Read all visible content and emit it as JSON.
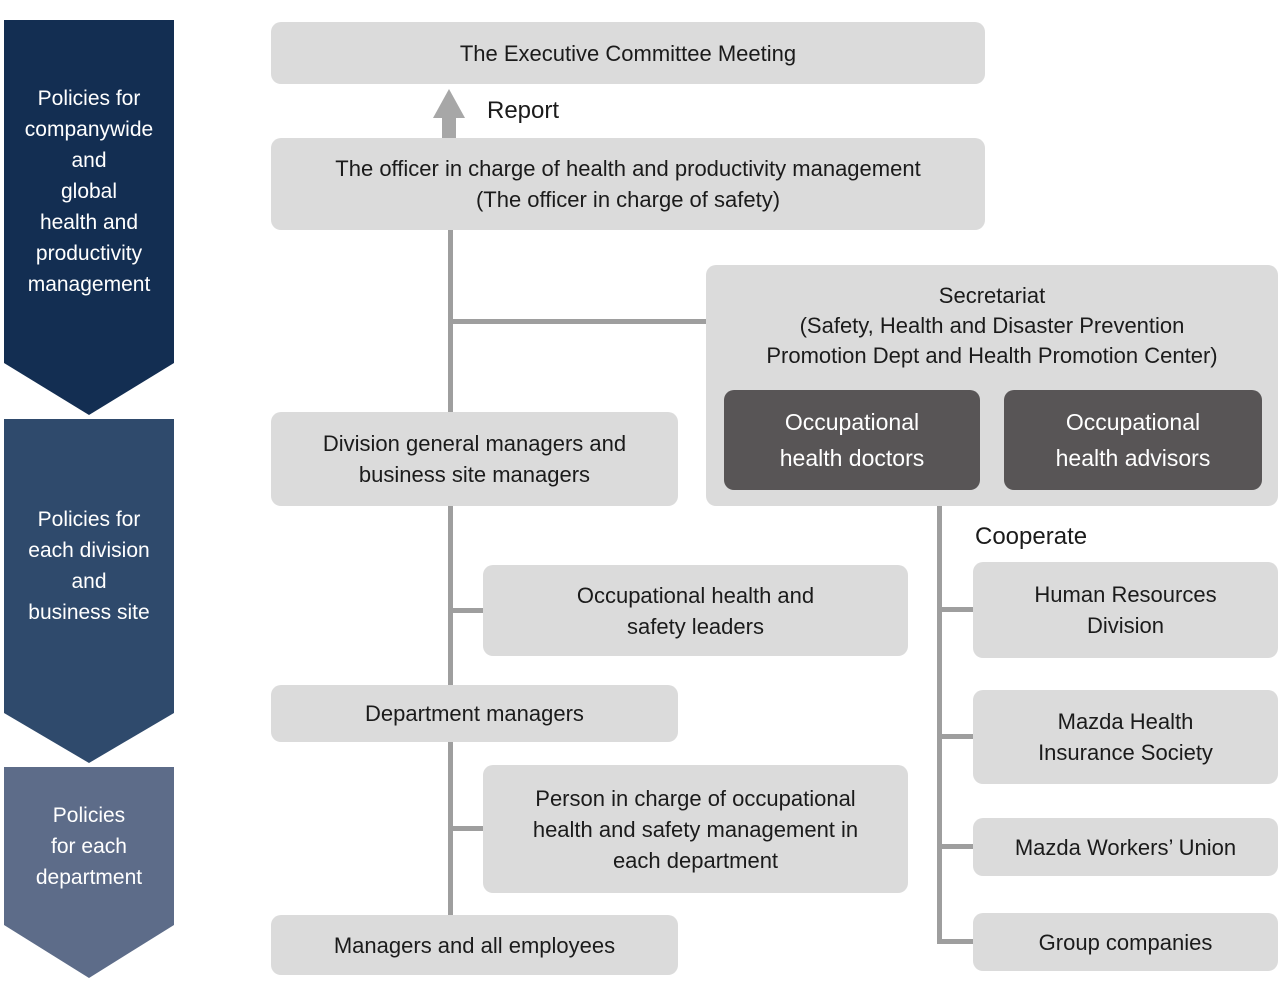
{
  "colors": {
    "banner_companywide": "#132e52",
    "banner_division": "#2f4a6c",
    "banner_department": "#5d6c89",
    "box_light_gray": "#dbdbdb",
    "box_dark_gray": "#585556",
    "connector_gray": "#9e9e9e",
    "text_dark": "#1b1b1b",
    "text_light": "#ffffff"
  },
  "banners": {
    "companywide": "Policies for\ncompanywide\nand\nglobal\nhealth and\nproductivity\nmanagement",
    "division": "Policies for\neach division\nand\nbusiness site",
    "department": "Policies\nfor each\ndepartment"
  },
  "chart": {
    "executive": "The Executive Committee Meeting",
    "report": "Report",
    "officer": "The officer in charge of health and productivity management\n(The officer in charge of safety)",
    "secretariat": "Secretariat\n(Safety, Health and Disaster Prevention\nPromotion Dept and Health Promotion Center)",
    "doctors": "Occupational\nhealth doctors",
    "advisors": "Occupational\nhealth advisors",
    "division_managers": "Division general managers and\nbusiness site managers",
    "safety_leaders": "Occupational health and\nsafety leaders",
    "department_managers": "Department managers",
    "person_in_charge": "Person in charge of occupational\nhealth and safety management in\neach department",
    "managers_employees": "Managers and all employees",
    "cooperate": "Cooperate",
    "human_resources": "Human Resources\nDivision",
    "health_insurance": "Mazda Health\nInsurance Society",
    "workers_union": "Mazda Workers’ Union",
    "group_companies": "Group companies"
  }
}
